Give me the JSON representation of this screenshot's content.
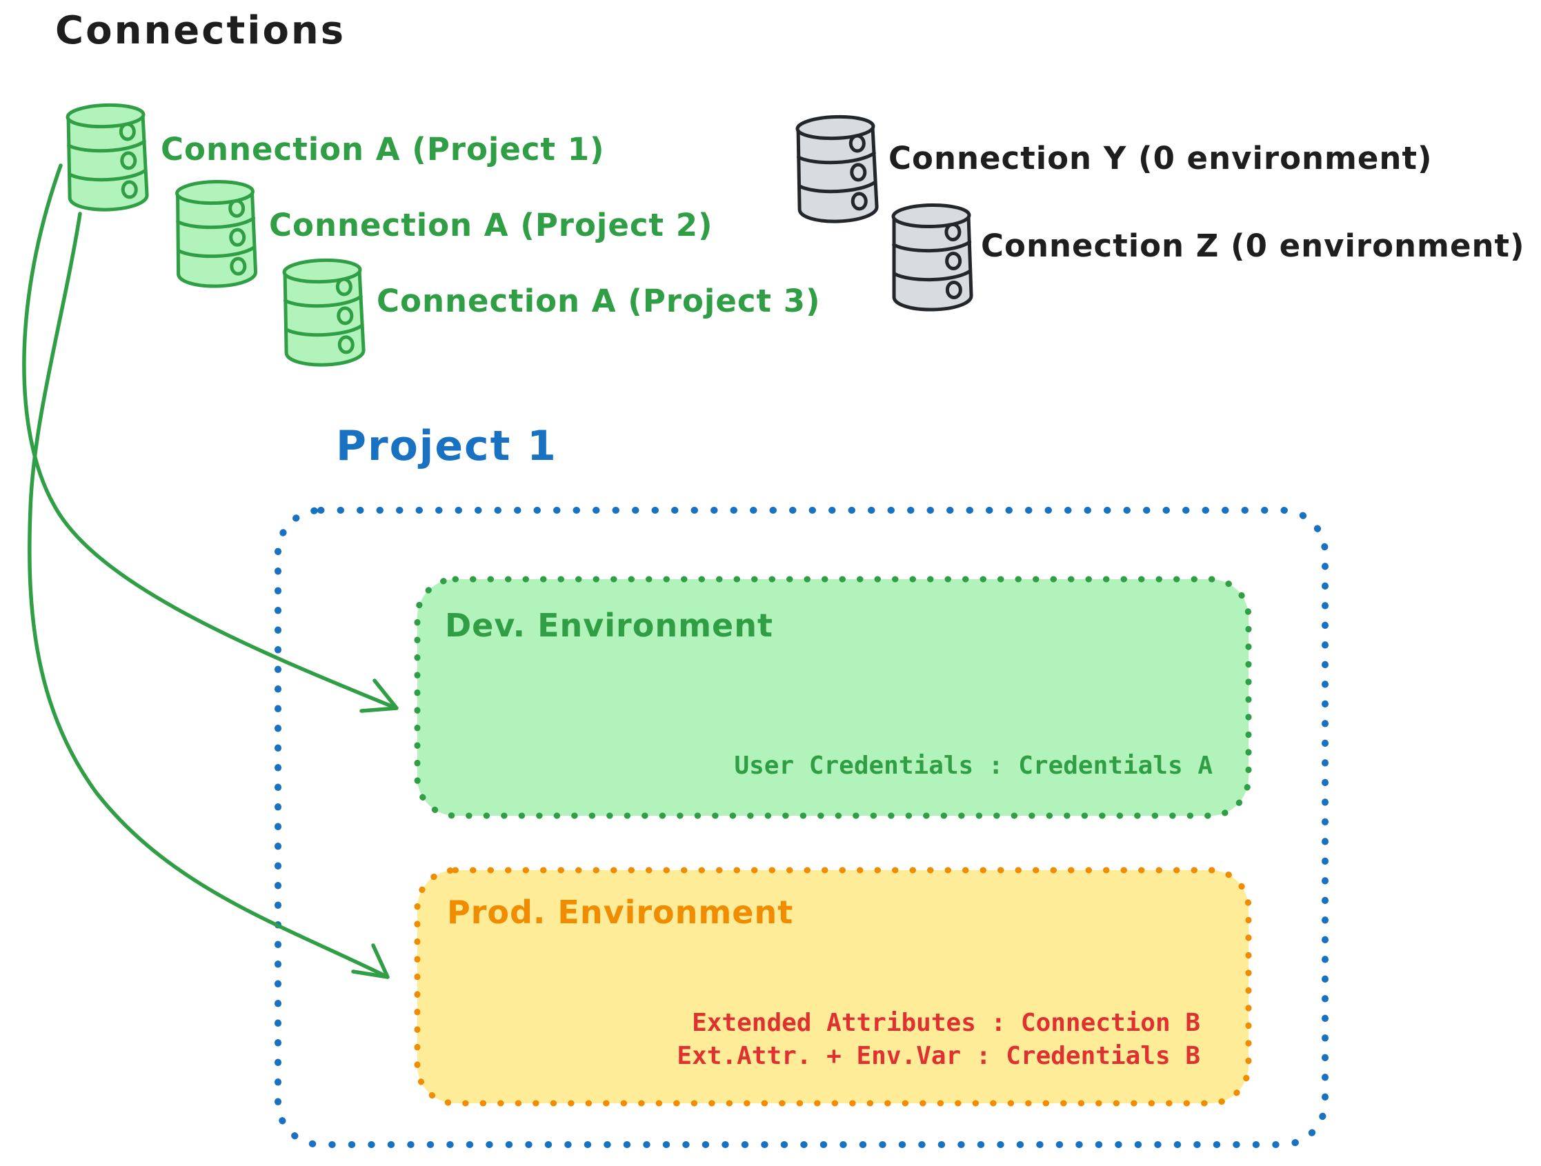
{
  "title": "Connections",
  "colors": {
    "ink_black": "#1e1e1e",
    "green": "#2f9e44",
    "green_fill": "#b2f2bb",
    "gray_fill": "#d8dce1",
    "gray_stroke": "#23272b",
    "blue": "#1971c2",
    "orange": "#f08c00",
    "yellow_fill": "#ffec99",
    "red": "#e03131"
  },
  "connections": {
    "project_scoped": [
      {
        "label": "Connection A (Project 1)"
      },
      {
        "label": "Connection A (Project 2)"
      },
      {
        "label": "Connection A (Project 3)"
      }
    ],
    "unassigned": [
      {
        "label": "Connection Y (0 environment)"
      },
      {
        "label": "Connection Z (0 environment)"
      }
    ]
  },
  "project": {
    "title": "Project 1",
    "dev_environment": {
      "title": "Dev. Environment",
      "credentials_mapping": "User Credentials : Credentials A"
    },
    "prod_environment": {
      "title": "Prod. Environment",
      "mappings": [
        "Extended Attributes : Connection B",
        "Ext.Attr. + Env.Var : Credentials B"
      ]
    }
  }
}
